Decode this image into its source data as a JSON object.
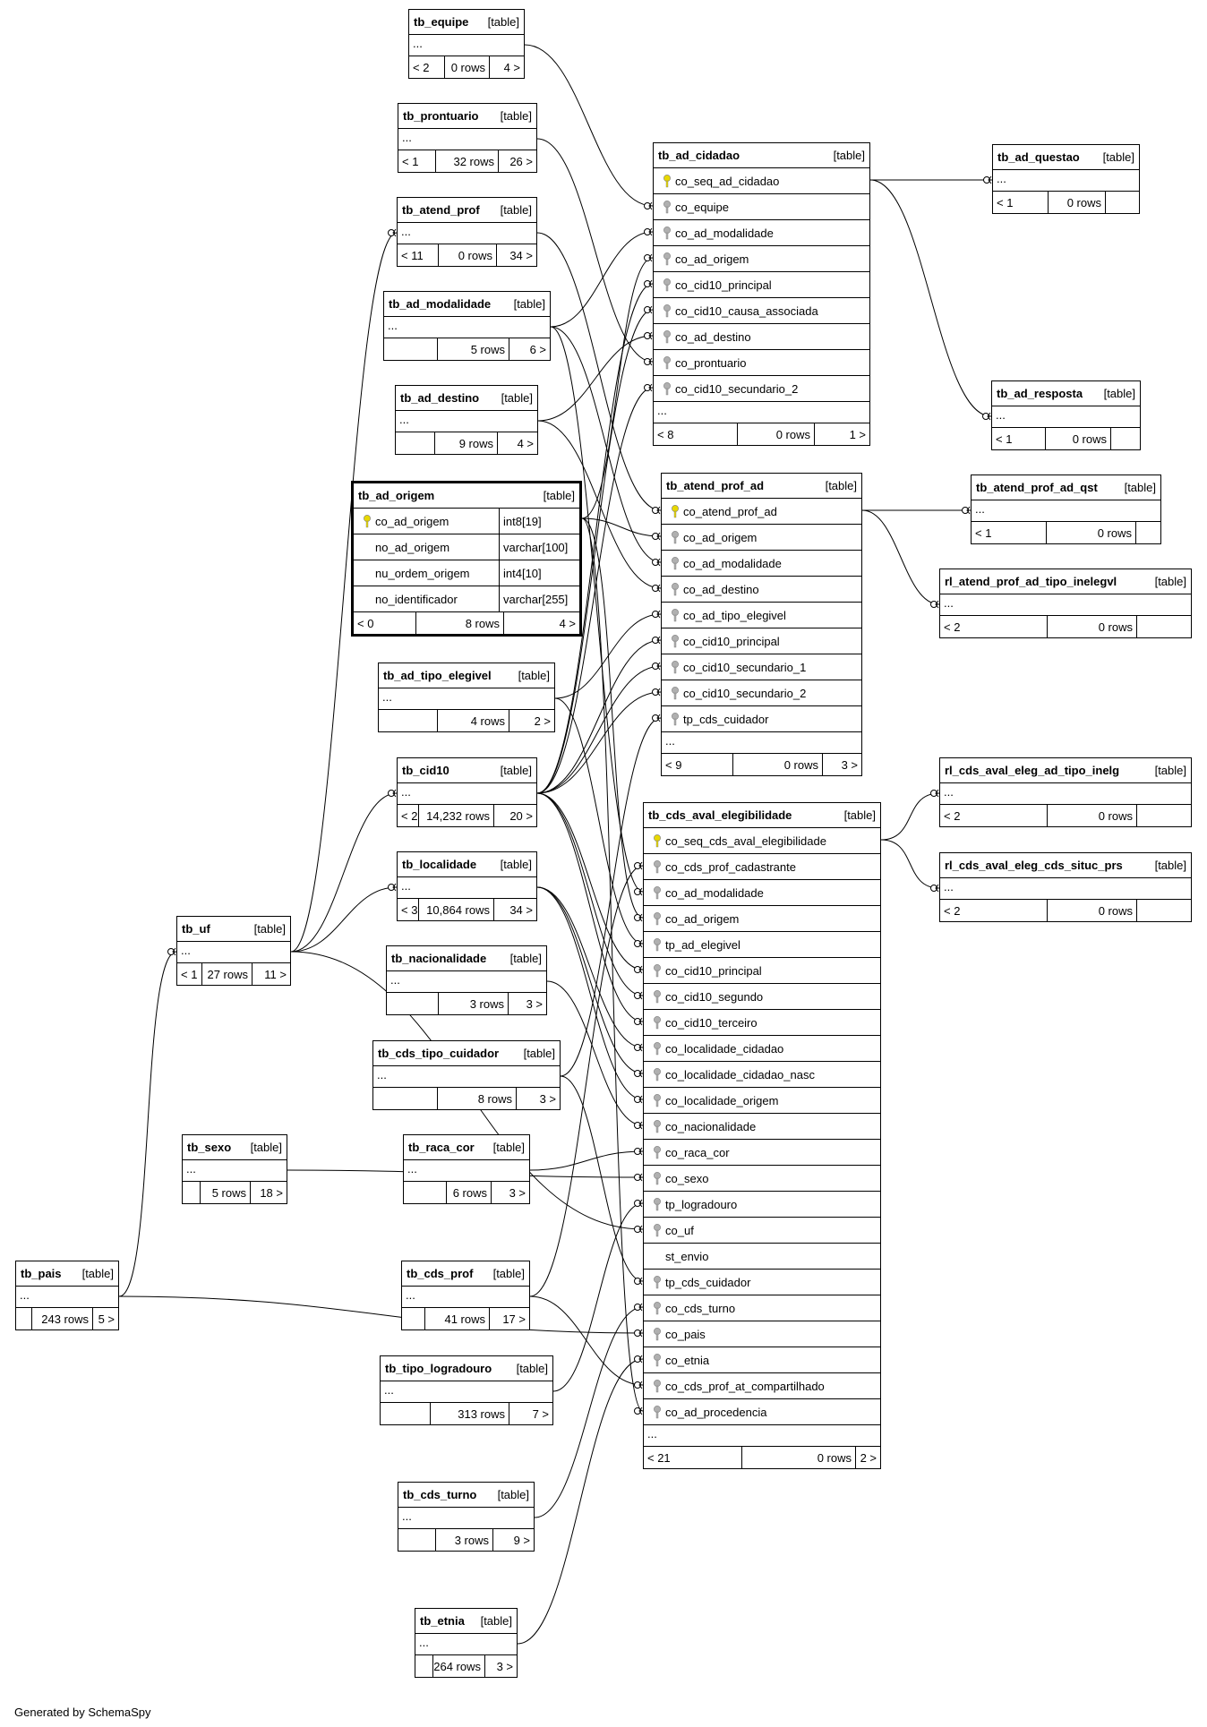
{
  "footer": "Generated by SchemaSpy",
  "colors": {
    "pk_key": "#e8d800",
    "fk_key": "#b0b0b0",
    "border": "#000000"
  },
  "tables": [
    {
      "name": "tb_equipe",
      "kind": "[table]",
      "ellipsis": "...",
      "parents": "< 2",
      "rows": "0 rows",
      "children": "4 >"
    },
    {
      "name": "tb_prontuario",
      "kind": "[table]",
      "ellipsis": "...",
      "parents": "< 1",
      "rows": "32 rows",
      "children": "26 >"
    },
    {
      "name": "tb_atend_prof",
      "kind": "[table]",
      "ellipsis": "...",
      "parents": "< 11",
      "rows": "0 rows",
      "children": "34 >"
    },
    {
      "name": "tb_ad_modalidade",
      "kind": "[table]",
      "ellipsis": "...",
      "parents": "",
      "rows": "5 rows",
      "children": "6 >"
    },
    {
      "name": "tb_ad_destino",
      "kind": "[table]",
      "ellipsis": "...",
      "parents": "",
      "rows": "9 rows",
      "children": "4 >"
    },
    {
      "name": "tb_ad_origem",
      "kind": "[table]",
      "parents": "< 0",
      "rows": "8 rows",
      "children": "4 >",
      "columns": [
        {
          "icon": "pk",
          "name": "co_ad_origem",
          "type": "int8[19]"
        },
        {
          "icon": "",
          "name": "no_ad_origem",
          "type": "varchar[100]"
        },
        {
          "icon": "",
          "name": "nu_ordem_origem",
          "type": "int4[10]"
        },
        {
          "icon": "",
          "name": "no_identificador",
          "type": "varchar[255]"
        }
      ]
    },
    {
      "name": "tb_ad_tipo_elegivel",
      "kind": "[table]",
      "ellipsis": "...",
      "parents": "",
      "rows": "4 rows",
      "children": "2 >"
    },
    {
      "name": "tb_cid10",
      "kind": "[table]",
      "ellipsis": "...",
      "parents": "< 2",
      "rows": "14,232 rows",
      "children": "20 >"
    },
    {
      "name": "tb_localidade",
      "kind": "[table]",
      "ellipsis": "...",
      "parents": "< 3",
      "rows": "10,864 rows",
      "children": "34 >"
    },
    {
      "name": "tb_nacionalidade",
      "kind": "[table]",
      "ellipsis": "...",
      "parents": "",
      "rows": "3 rows",
      "children": "3 >"
    },
    {
      "name": "tb_cds_tipo_cuidador",
      "kind": "[table]",
      "ellipsis": "...",
      "parents": "",
      "rows": "8 rows",
      "children": "3 >"
    },
    {
      "name": "tb_raca_cor",
      "kind": "[table]",
      "ellipsis": "...",
      "parents": "",
      "rows": "6 rows",
      "children": "3 >"
    },
    {
      "name": "tb_cds_prof",
      "kind": "[table]",
      "ellipsis": "...",
      "parents": "",
      "rows": "41 rows",
      "children": "17 >"
    },
    {
      "name": "tb_tipo_logradouro",
      "kind": "[table]",
      "ellipsis": "...",
      "parents": "",
      "rows": "313 rows",
      "children": "7 >"
    },
    {
      "name": "tb_cds_turno",
      "kind": "[table]",
      "ellipsis": "...",
      "parents": "",
      "rows": "3 rows",
      "children": "9 >"
    },
    {
      "name": "tb_etnia",
      "kind": "[table]",
      "ellipsis": "...",
      "parents": "",
      "rows": "264 rows",
      "children": "3 >"
    },
    {
      "name": "tb_uf",
      "kind": "[table]",
      "ellipsis": "...",
      "parents": "< 1",
      "rows": "27 rows",
      "children": "11 >"
    },
    {
      "name": "tb_sexo",
      "kind": "[table]",
      "ellipsis": "...",
      "parents": "",
      "rows": "5 rows",
      "children": "18 >"
    },
    {
      "name": "tb_pais",
      "kind": "[table]",
      "ellipsis": "...",
      "parents": "",
      "rows": "243 rows",
      "children": "5 >"
    },
    {
      "name": "tb_ad_cidadao",
      "kind": "[table]",
      "ellipsis": "...",
      "parents": "< 8",
      "rows": "0 rows",
      "children": "1 >",
      "columns": [
        {
          "icon": "pk",
          "name": "co_seq_ad_cidadao"
        },
        {
          "icon": "fk",
          "name": "co_equipe"
        },
        {
          "icon": "fk",
          "name": "co_ad_modalidade"
        },
        {
          "icon": "fk",
          "name": "co_ad_origem"
        },
        {
          "icon": "fk",
          "name": "co_cid10_principal"
        },
        {
          "icon": "fk",
          "name": "co_cid10_causa_associada"
        },
        {
          "icon": "fk",
          "name": "co_ad_destino"
        },
        {
          "icon": "fk",
          "name": "co_prontuario"
        },
        {
          "icon": "fk",
          "name": "co_cid10_secundario_2"
        }
      ]
    },
    {
      "name": "tb_ad_questao",
      "kind": "[table]",
      "ellipsis": "...",
      "parents": "< 1",
      "rows": "0 rows",
      "children": ""
    },
    {
      "name": "tb_ad_resposta",
      "kind": "[table]",
      "ellipsis": "...",
      "parents": "< 1",
      "rows": "0 rows",
      "children": ""
    },
    {
      "name": "tb_atend_prof_ad",
      "kind": "[table]",
      "ellipsis": "...",
      "parents": "< 9",
      "rows": "0 rows",
      "children": "3 >",
      "columns": [
        {
          "icon": "pk",
          "name": "co_atend_prof_ad"
        },
        {
          "icon": "fk",
          "name": "co_ad_origem"
        },
        {
          "icon": "fk",
          "name": "co_ad_modalidade"
        },
        {
          "icon": "fk",
          "name": "co_ad_destino"
        },
        {
          "icon": "fk",
          "name": "co_ad_tipo_elegivel"
        },
        {
          "icon": "fk",
          "name": "co_cid10_principal"
        },
        {
          "icon": "fk",
          "name": "co_cid10_secundario_1"
        },
        {
          "icon": "fk",
          "name": "co_cid10_secundario_2"
        },
        {
          "icon": "fk",
          "name": "tp_cds_cuidador"
        }
      ]
    },
    {
      "name": "tb_atend_prof_ad_qst",
      "kind": "[table]",
      "ellipsis": "...",
      "parents": "< 1",
      "rows": "0 rows",
      "children": ""
    },
    {
      "name": "rl_atend_prof_ad_tipo_inelegvl",
      "kind": "[table]",
      "ellipsis": "...",
      "parents": "< 2",
      "rows": "0 rows",
      "children": ""
    },
    {
      "name": "rl_cds_aval_eleg_ad_tipo_inelg",
      "kind": "[table]",
      "ellipsis": "...",
      "parents": "< 2",
      "rows": "0 rows",
      "children": ""
    },
    {
      "name": "rl_cds_aval_eleg_cds_situc_prs",
      "kind": "[table]",
      "ellipsis": "...",
      "parents": "< 2",
      "rows": "0 rows",
      "children": ""
    },
    {
      "name": "tb_cds_aval_elegibilidade",
      "kind": "[table]",
      "ellipsis": "...",
      "parents": "< 21",
      "rows": "0 rows",
      "children": "2 >",
      "columns": [
        {
          "icon": "pk",
          "name": "co_seq_cds_aval_elegibilidade"
        },
        {
          "icon": "fk",
          "name": "co_cds_prof_cadastrante"
        },
        {
          "icon": "fk",
          "name": "co_ad_modalidade"
        },
        {
          "icon": "fk",
          "name": "co_ad_origem"
        },
        {
          "icon": "fk",
          "name": "tp_ad_elegivel"
        },
        {
          "icon": "fk",
          "name": "co_cid10_principal"
        },
        {
          "icon": "fk",
          "name": "co_cid10_segundo"
        },
        {
          "icon": "fk",
          "name": "co_cid10_terceiro"
        },
        {
          "icon": "fk",
          "name": "co_localidade_cidadao"
        },
        {
          "icon": "fk",
          "name": "co_localidade_cidadao_nasc"
        },
        {
          "icon": "fk",
          "name": "co_localidade_origem"
        },
        {
          "icon": "fk",
          "name": "co_nacionalidade"
        },
        {
          "icon": "fk",
          "name": "co_raca_cor"
        },
        {
          "icon": "fk",
          "name": "co_sexo"
        },
        {
          "icon": "fk",
          "name": "tp_logradouro"
        },
        {
          "icon": "fk",
          "name": "co_uf"
        },
        {
          "icon": "",
          "name": "st_envio"
        },
        {
          "icon": "fk",
          "name": "tp_cds_cuidador"
        },
        {
          "icon": "fk",
          "name": "co_cds_turno"
        },
        {
          "icon": "fk",
          "name": "co_pais"
        },
        {
          "icon": "fk",
          "name": "co_etnia"
        },
        {
          "icon": "fk",
          "name": "co_cds_prof_at_compartilhado"
        },
        {
          "icon": "fk",
          "name": "co_ad_procedencia"
        }
      ]
    }
  ]
}
